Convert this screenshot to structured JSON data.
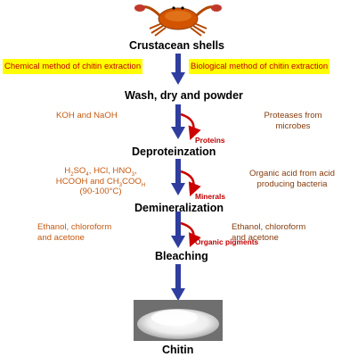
{
  "source": {
    "label": "Crustacean shells",
    "image": "crab-icon"
  },
  "methods": {
    "chemical": "Chemical method of chitin extraction",
    "biological": "Biological method of chitin extraction"
  },
  "steps": [
    {
      "label": "Wash, dry and powder"
    },
    {
      "label": "Deproteinzation",
      "chemical_reagent": "KOH and NaOH",
      "biological_reagent": "Proteases from microbes",
      "removed": "Proteins"
    },
    {
      "label": "Demineralization",
      "chemical_reagent_line1_parts": [
        "H",
        "2",
        "SO",
        "4",
        ", HCl, HNO",
        "3",
        ","
      ],
      "chemical_reagent_line2_parts": [
        "HCOOH and CH",
        "3",
        "COO",
        "H",
        ""
      ],
      "chemical_reagent_line3": "(90-100°C)",
      "biological_reagent": "Organic acid from acid producing bacteria",
      "removed": "Minerals"
    },
    {
      "label": "Bleaching",
      "chemical_reagent": "Ethanol, chloroform and acetone",
      "biological_reagent": "Ethanol, chloroform and acetone",
      "removed": "Organic pigments"
    }
  ],
  "product": {
    "label": "Chitin",
    "image": "chitin-powder-image"
  },
  "colors": {
    "arrow": "#2e3d9e",
    "curved_arrow": "#cc0000",
    "highlight": "#ffff00",
    "chemical_text": "#c55a11",
    "biological_text": "#843c0c",
    "removed_text": "#c00000"
  }
}
